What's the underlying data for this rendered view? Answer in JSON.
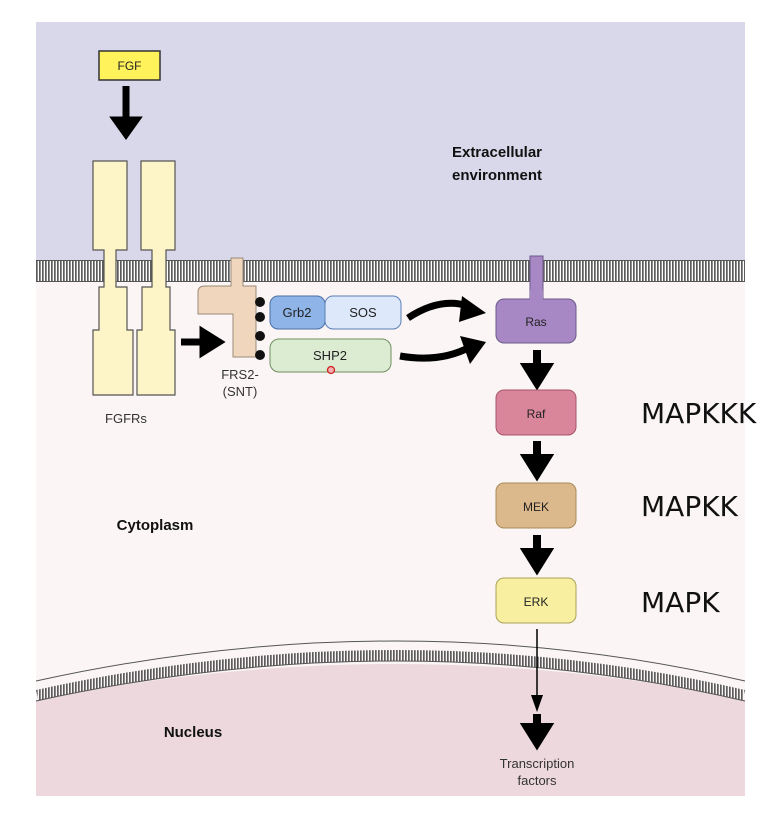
{
  "regions": {
    "extracellular": "Extracellular\nenvironment",
    "cytoplasm": "Cytoplasm",
    "nucleus": "Nucleus"
  },
  "ligand": "FGF",
  "receptor_label": "FGFRs",
  "adaptor_label": "FRS2-\n(SNT)",
  "complex": {
    "grb2": "Grb2",
    "sos": "SOS",
    "shp2": "SHP2"
  },
  "cascade": [
    {
      "label": "Ras",
      "color": "#a888c4"
    },
    {
      "label": "Raf",
      "color": "#d9859a",
      "kinase_level": "MAPKKK"
    },
    {
      "label": "MEK",
      "color": "#dcb98c",
      "kinase_level": "MAPKK"
    },
    {
      "label": "ERK",
      "color": "#f8f0a0",
      "kinase_level": "MAPK"
    }
  ],
  "output_label": "Transcription\nfactors",
  "colors": {
    "extracellular_bg": "#d9d7ea",
    "cytoplasm_bg": "#fbf6f5",
    "nucleus_bg": "#ecd8dd",
    "ligand_fill": "#fff25a",
    "receptor_fill": "#fdf5c8",
    "adaptor_fill": "#efd6bc",
    "grb2_fill": "#8fb4e8",
    "sos_fill": "#dde9fa",
    "shp2_fill": "#dcecd2"
  }
}
